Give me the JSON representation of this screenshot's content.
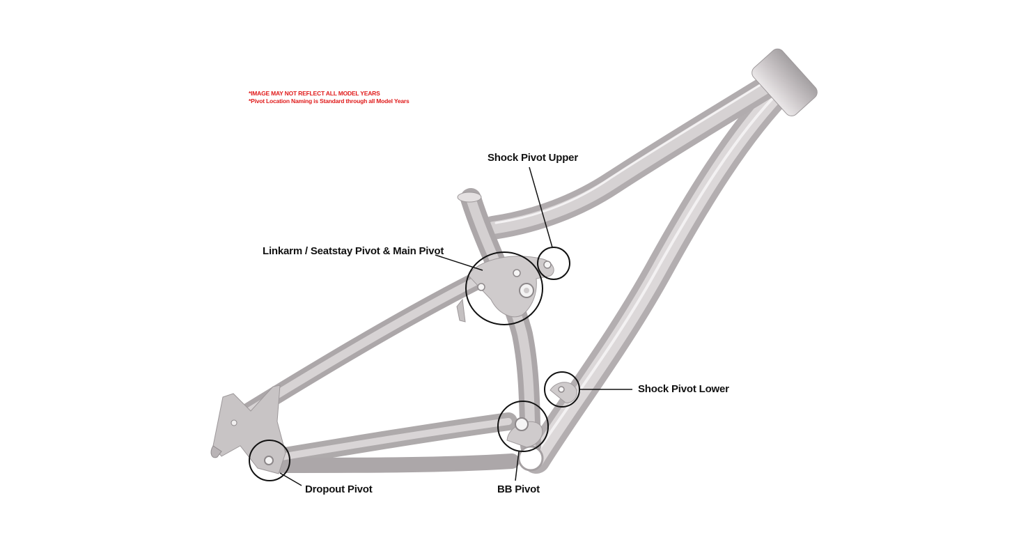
{
  "disclaimers": {
    "line1": "*IMAGE MAY NOT REFLECT ALL MODEL YEARS",
    "line2": "*Pivot Location Naming is Standard through all Model Years"
  },
  "callouts": {
    "shock_pivot_upper": "Shock Pivot Upper",
    "linkarm_main_pivot": "Linkarm / Seatstay Pivot & Main Pivot",
    "shock_pivot_lower": "Shock Pivot Lower",
    "dropout_pivot": "Dropout Pivot",
    "bb_pivot": "BB Pivot"
  },
  "colors": {
    "frame": "#cdc9ca",
    "frame_shade": "#a9a4a6",
    "frame_highlight": "#f2f0f1",
    "disclaimer": "#e01b1b",
    "callout_ring": "#111111"
  }
}
